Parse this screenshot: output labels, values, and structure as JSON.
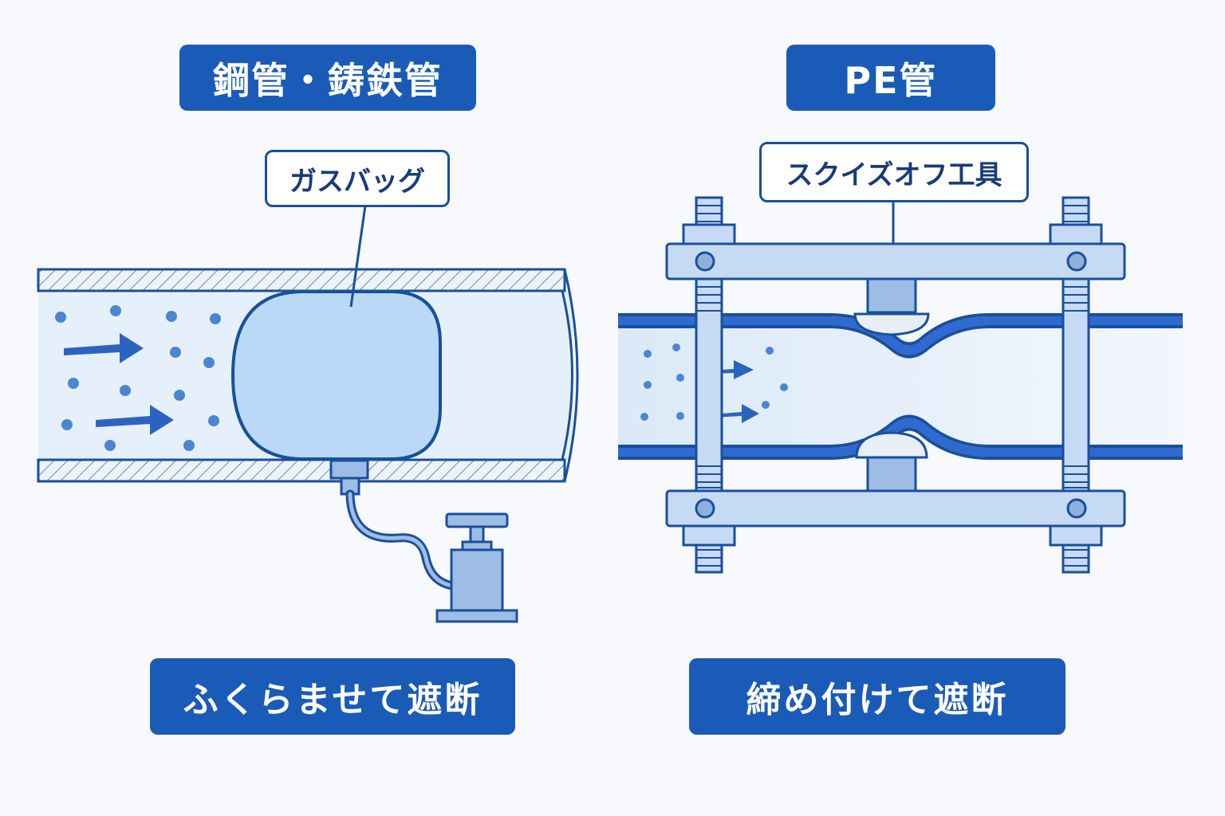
{
  "left_panel": {
    "title": "鋼管・鋳鉄管",
    "callout": "ガスバッグ",
    "caption": "ふくらませて遮断"
  },
  "right_panel": {
    "title": "PE管",
    "callout": "スクイズオフ工具",
    "caption": "締め付けて遮断"
  },
  "colors": {
    "accent": "#1a5bb8",
    "outline": "#1a4f9c",
    "pipe_fill": "#e3eefb",
    "bag_fill": "#b9d9f7",
    "tool_fill": "#c6daf3",
    "background": "#f7f9fc"
  }
}
